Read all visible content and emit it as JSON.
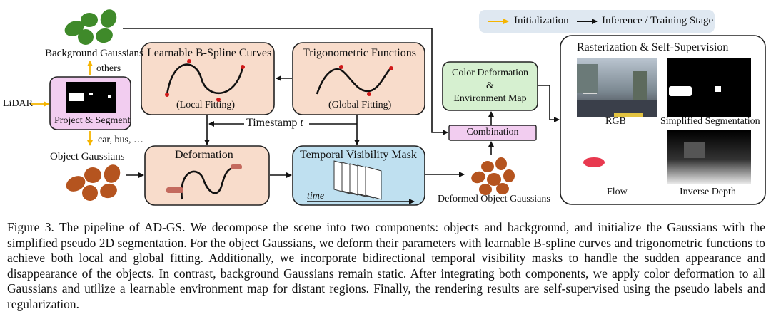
{
  "legend": {
    "initialization": "Initialization",
    "inference": "Inference / Training Stage"
  },
  "labels": {
    "background_gaussians": "Background Gaussians",
    "others": "others",
    "lidar": "LiDAR",
    "project_segment": "Project & Segment",
    "car_bus": "car, bus, …",
    "object_gaussians": "Object Gaussians",
    "bspline_title": "Learnable B-Spline Curves",
    "local_fitting": "(Local Fitting)",
    "trig_title": "Trigonometric Functions",
    "global_fitting": "(Global Fitting)",
    "timestamp": "Timestamp",
    "timestamp_var": "t",
    "deformation": "Deformation",
    "tvm_title": "Temporal Visibility Mask",
    "time": "time",
    "deformed_object": "Deformed Object Gaussians",
    "color_def_1": "Color Deformation",
    "color_def_2": "&",
    "color_def_3": "Environment Map",
    "combination": "Combination",
    "raster_title": "Rasterization & Self-Supervision",
    "rgb": "RGB",
    "simplified_seg": "Simplified Segmentation",
    "flow": "Flow",
    "inverse_depth": "Inverse Depth"
  },
  "caption": "Figure 3. The pipeline of AD-GS. We decompose the scene into two components: objects and background, and initialize the Gaussians with the simplified pseudo 2D segmentation. For the object Gaussians, we deform their parameters with learnable B-spline curves and trigonometric functions to achieve both local and global fitting. Additionally, we incorporate bidirectional temporal visibility masks to handle the sudden appearance and disappearance of the objects. In contrast, background Gaussians remain static. After integrating both components, we apply color deformation to all Gaussians and utilize a learnable environment map for distant regions. Finally, the rendering results are self-supervised using the pseudo labels and regularization.",
  "colors": {
    "background_blob": "#3f8a2a",
    "object_blob": "#b5541f",
    "peach_box": "#f8dccb",
    "blue_box": "#bfe0f0",
    "green_box": "#d6f0d0",
    "purple_box": "#f2cdf0",
    "legend_bg": "#dfe8f1",
    "init_arrow": "#f5b400"
  }
}
